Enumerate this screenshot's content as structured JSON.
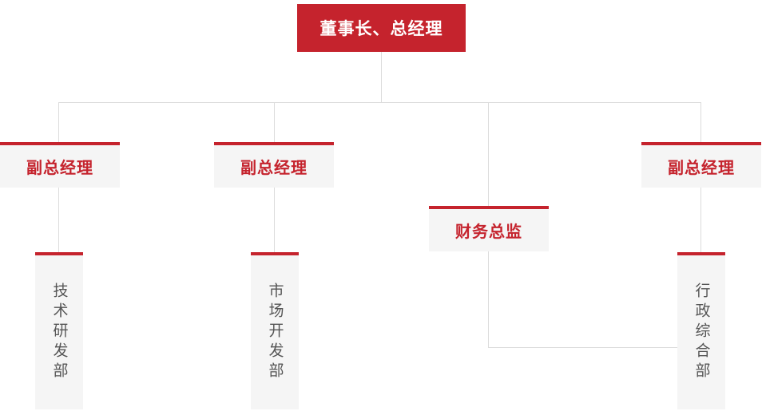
{
  "chart_title": "",
  "colors": {
    "brand_red": "#c5232d",
    "box_bg": "#f5f5f5",
    "line": "#dcdcdc",
    "dept_text": "#555555",
    "root_text": "#ffffff"
  },
  "org_chart": {
    "type": "org-tree",
    "root": {
      "label": "董事长、总经理"
    },
    "level2": [
      {
        "label": "副总经理"
      },
      {
        "label": "副总经理"
      },
      {
        "label": "财务总监"
      },
      {
        "label": "副总经理"
      }
    ],
    "departments": [
      {
        "label": "技术研发部",
        "parent": "副总经理"
      },
      {
        "label": "市场开发部",
        "parent": "副总经理"
      },
      {
        "label": "行政综合部",
        "parent": "副总经理"
      }
    ]
  }
}
